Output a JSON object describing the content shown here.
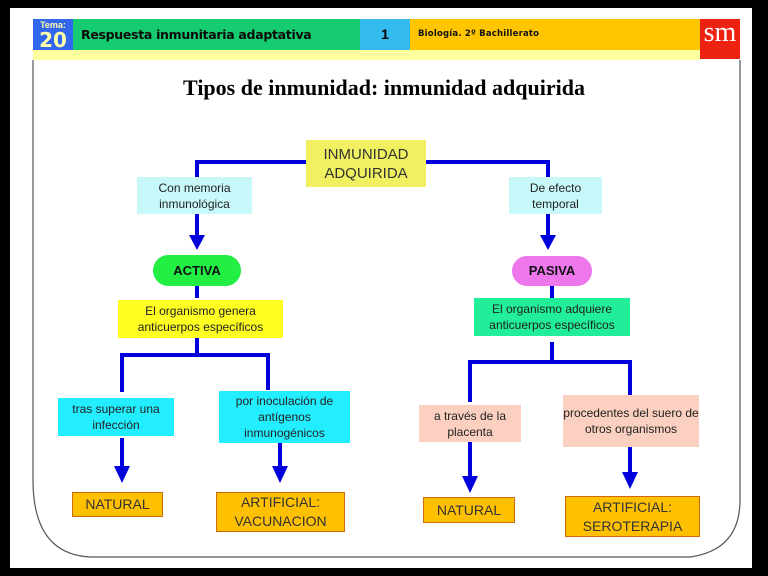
{
  "header": {
    "tema_label": "Tema:",
    "tema_number": "20",
    "unit_title": "Respuesta inmunitaria adaptativa",
    "page_number": "1",
    "subject": "Biología. 2º Bachillerato",
    "logo": "sm"
  },
  "slide_title": "Tipos de inmunidad: inmunidad adquirida",
  "diagram": {
    "root": "INMUNIDAD ADQUIRIDA",
    "left": {
      "condition": "Con memoria inmunológica",
      "type": "ACTIVA",
      "description": "El organismo genera anticuerpos específicos",
      "branches": [
        {
          "condition": "tras superar una infección",
          "result": "NATURAL"
        },
        {
          "condition": "por inoculación de antígenos inmunogénicos",
          "result": "ARTIFICIAL: VACUNACION"
        }
      ]
    },
    "right": {
      "condition": "De efecto temporal",
      "type": "PASIVA",
      "description": "El organismo adquiere anticuerpos específicos",
      "branches": [
        {
          "condition": "a través de la placenta",
          "result": "NATURAL"
        },
        {
          "condition": "procedentes del suero de otros organismos",
          "result": "ARTIFICIAL: SEROTERAPIA"
        }
      ]
    }
  },
  "colors": {
    "connector": "#0000dd",
    "activa": "#22ee44",
    "pasiva": "#ee77ee",
    "leaf": "#ffc000"
  }
}
